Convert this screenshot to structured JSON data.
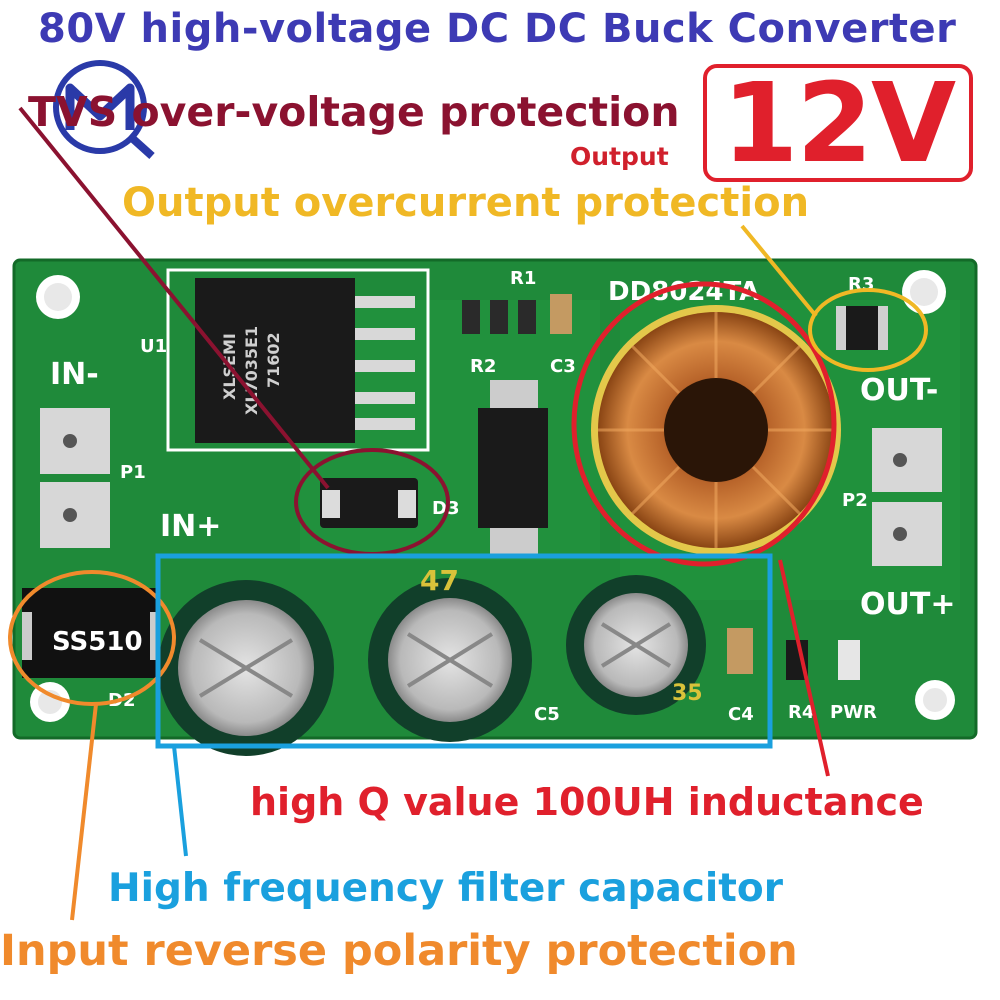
{
  "annotations": {
    "title": "80V high-voltage DC DC Buck Converter",
    "tvs": "TVS over-voltage protection",
    "output_label": "Output",
    "voltage": "12V",
    "overcurrent": "Output overcurrent protection",
    "inductance": "high Q value 100UH inductance",
    "filter_cap": "High frequency filter capacitor",
    "reverse_polarity": "Input reverse polarity protection"
  },
  "board": {
    "model": "DD8024TA",
    "in_minus": "IN-",
    "in_plus": "IN+",
    "out_minus": "OUT-",
    "out_plus": "OUT+",
    "p1": "P1",
    "p2": "P2",
    "u1": "U1",
    "r1": "R1",
    "r2": "R2",
    "r3": "R3",
    "r4": "R4",
    "c3": "C3",
    "c4": "C4",
    "c5": "C5",
    "d2": "D2",
    "d3": "D3",
    "pwr": "PWR",
    "ic_line1": "XLSEMI",
    "ic_line2": "XL7035E1",
    "ic_line3": "71602",
    "diode_mark": "SS510",
    "cap_mark": "47",
    "small_cap_mark": "35"
  },
  "colors": {
    "title": "#3d3ab4",
    "tvs": "#8b1230",
    "voltage_red": "#e0202c",
    "overcurrent": "#f0b825",
    "filter_blue": "#1aa0de",
    "reverse_orange": "#f08a2c",
    "pcb_green": "#1f8a3a"
  }
}
